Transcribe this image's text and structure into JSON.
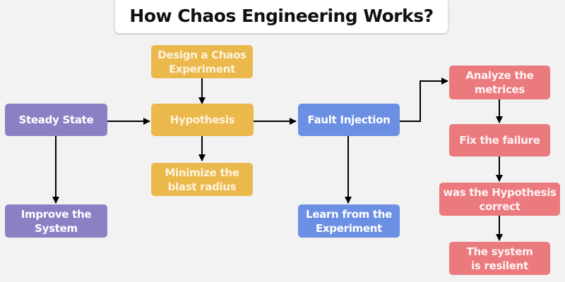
{
  "title": "How Chaos Engineering Works?",
  "colors": {
    "background": "#f2f2f2",
    "purple": "#8c80c4",
    "yellow": "#ebb84c",
    "blue": "#6b8fe3",
    "red": "#ea7a7e",
    "connector": "#000000"
  },
  "nodes": {
    "steady_state": "Steady State",
    "improve_system": "Improve the System",
    "design_experiment": "Design a Chaos Experiment",
    "hypothesis": "Hypothesis",
    "minimize_blast": "Minimize the blast radius",
    "fault_injection": "Fault Injection",
    "learn_experiment": "Learn from the Experiment",
    "analyze_metrics": "Analyze the metrices",
    "fix_failure": "Fix the failure",
    "hypothesis_correct": "was the Hypothesis correct",
    "system_resilient": "The system is resilent"
  },
  "edges": [
    {
      "from": "steady_state",
      "to": "hypothesis"
    },
    {
      "from": "steady_state",
      "to": "improve_system"
    },
    {
      "from": "design_experiment",
      "to": "hypothesis"
    },
    {
      "from": "hypothesis",
      "to": "minimize_blast"
    },
    {
      "from": "hypothesis",
      "to": "fault_injection"
    },
    {
      "from": "fault_injection",
      "to": "learn_experiment"
    },
    {
      "from": "fault_injection",
      "to": "analyze_metrics"
    },
    {
      "from": "analyze_metrics",
      "to": "fix_failure"
    },
    {
      "from": "fix_failure",
      "to": "hypothesis_correct"
    },
    {
      "from": "hypothesis_correct",
      "to": "system_resilient"
    }
  ]
}
